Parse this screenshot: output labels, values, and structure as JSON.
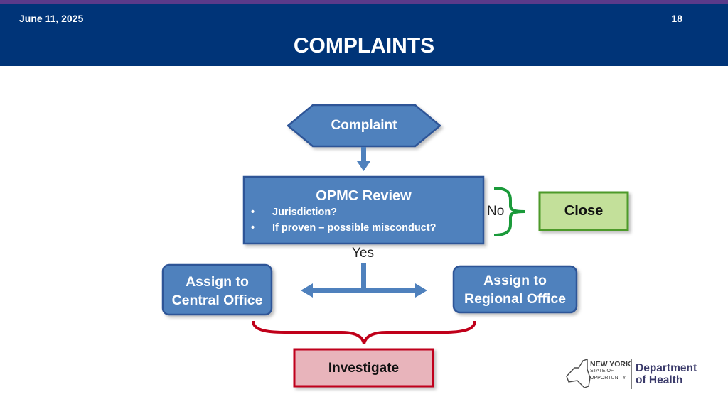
{
  "header": {
    "date": "June 11, 2025",
    "page_number": "18",
    "title": "COMPLAINTS"
  },
  "flow": {
    "start": "Complaint",
    "review": {
      "title": "OPMC Review",
      "bullets": [
        "Jurisdiction?",
        "If proven – possible misconduct?"
      ]
    },
    "no_label": "No",
    "close": "Close",
    "yes_label": "Yes",
    "central": "Assign to Central Office",
    "regional": "Assign to Regional Office",
    "investigate": "Investigate"
  },
  "logo": {
    "state_line1": "NEW YORK",
    "state_line2": "STATE OF",
    "state_line3": "OPPORTUNITY.",
    "dept_line1": "Department",
    "dept_line2": "of Health"
  },
  "colors": {
    "header": "#003478",
    "node_fill": "#4f81bd",
    "node_border": "#2f5597",
    "close_fill": "#c3e09a",
    "close_border": "#4e9a2a",
    "investigate_fill": "#e8b4bb",
    "investigate_border": "#c0001a"
  }
}
